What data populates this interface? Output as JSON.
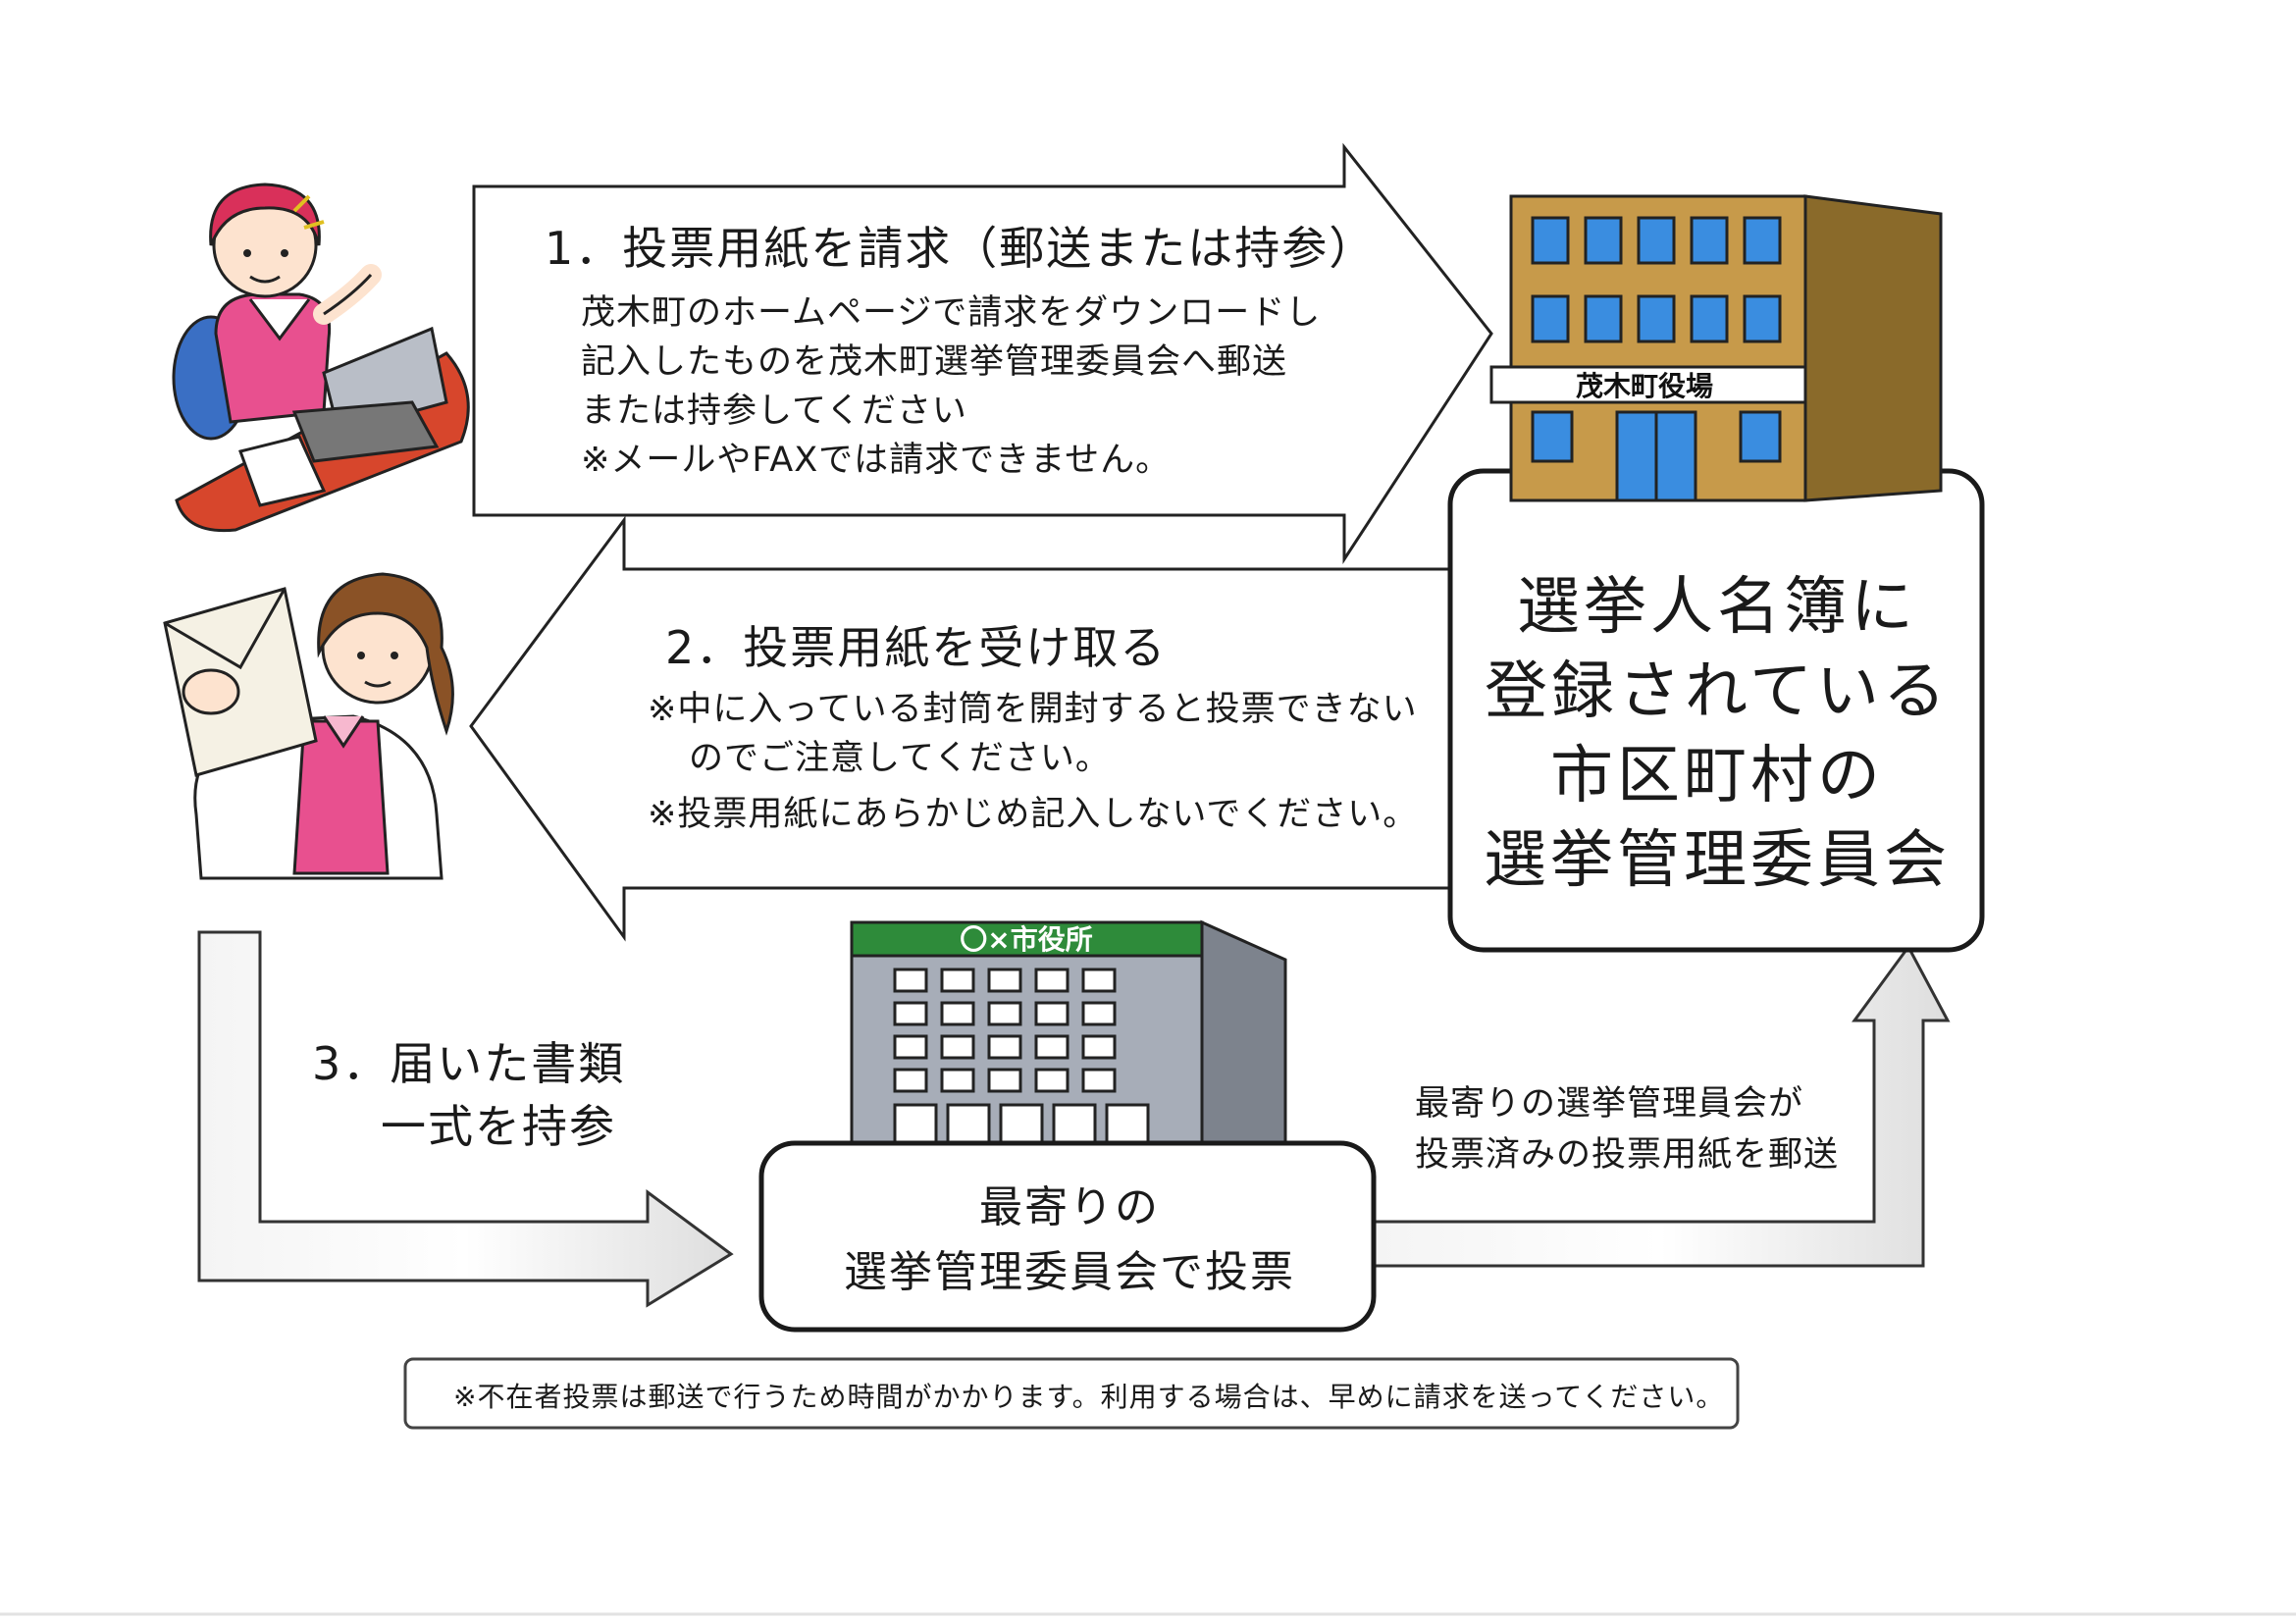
{
  "step1": {
    "title": "1．投票用紙を請求（郵送または持参）",
    "lines": [
      "茂木町のホームページで請求をダウンロードし",
      "記入したものを茂木町選挙管理委員会へ郵送",
      "または持参してください",
      "※メールやFAXでは請求できません。"
    ]
  },
  "step2": {
    "title": "2．投票用紙を受け取る",
    "lines": [
      "※中に入っている封筒を開封すると投票できない",
      "のでご注意してください。",
      "※投票用紙にあらかじめ記入しないでください。"
    ]
  },
  "step3": {
    "lines": [
      "3．届いた書類",
      "一式を持参"
    ]
  },
  "registry_committee": {
    "lines": [
      "選挙人名簿に",
      "登録されている",
      "市区町村の",
      "選挙管理委員会"
    ]
  },
  "nearest_committee": {
    "lines": [
      "最寄りの",
      "選挙管理委員会で投票"
    ]
  },
  "mail_back": {
    "lines": [
      "最寄りの選挙管理員会が",
      "投票済みの投票用紙を郵送"
    ]
  },
  "town_hall_sign": "茂木町役場",
  "city_hall_sign": "〇×市役所",
  "footer_note": "※不在者投票は郵送で行うため時間がかかります。利用する場合は、早めに請求を送ってください。",
  "colors": {
    "town_hall_wall": "#c79a4a",
    "town_hall_side": "#8a6a2a",
    "window_blue": "#3a8de0",
    "city_hall_wall": "#a7adb8",
    "city_hall_sign": "#2e8b3a",
    "woman_pink": "#e8508f",
    "desk_red": "#d7462c"
  }
}
